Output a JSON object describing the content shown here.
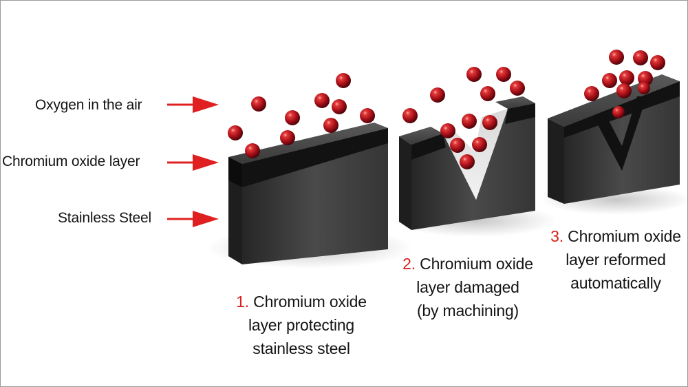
{
  "labels": {
    "oxygen": "Oxygen in the air",
    "chromium_layer": "Chromium oxide layer",
    "steel": "Stainless Steel"
  },
  "captions": [
    {
      "number": "1.",
      "lines": [
        "Chromium oxide",
        "layer protecting",
        "stainless steel"
      ]
    },
    {
      "number": "2.",
      "lines": [
        "Chromium oxide",
        "layer damaged",
        "(by machining)"
      ]
    },
    {
      "number": "3.",
      "lines": [
        "Chromium oxide",
        "layer reformed",
        "automatically"
      ]
    }
  ],
  "colors": {
    "arrow": "#e02020",
    "number": "#d8201b",
    "oxygen": "#b0101a",
    "steel_front": "#3c3c3c",
    "oxide_band": "#141414"
  },
  "icons": {
    "arrow": "red-arrow-icon",
    "oxygen_molecule": "oxygen-sphere-icon"
  }
}
